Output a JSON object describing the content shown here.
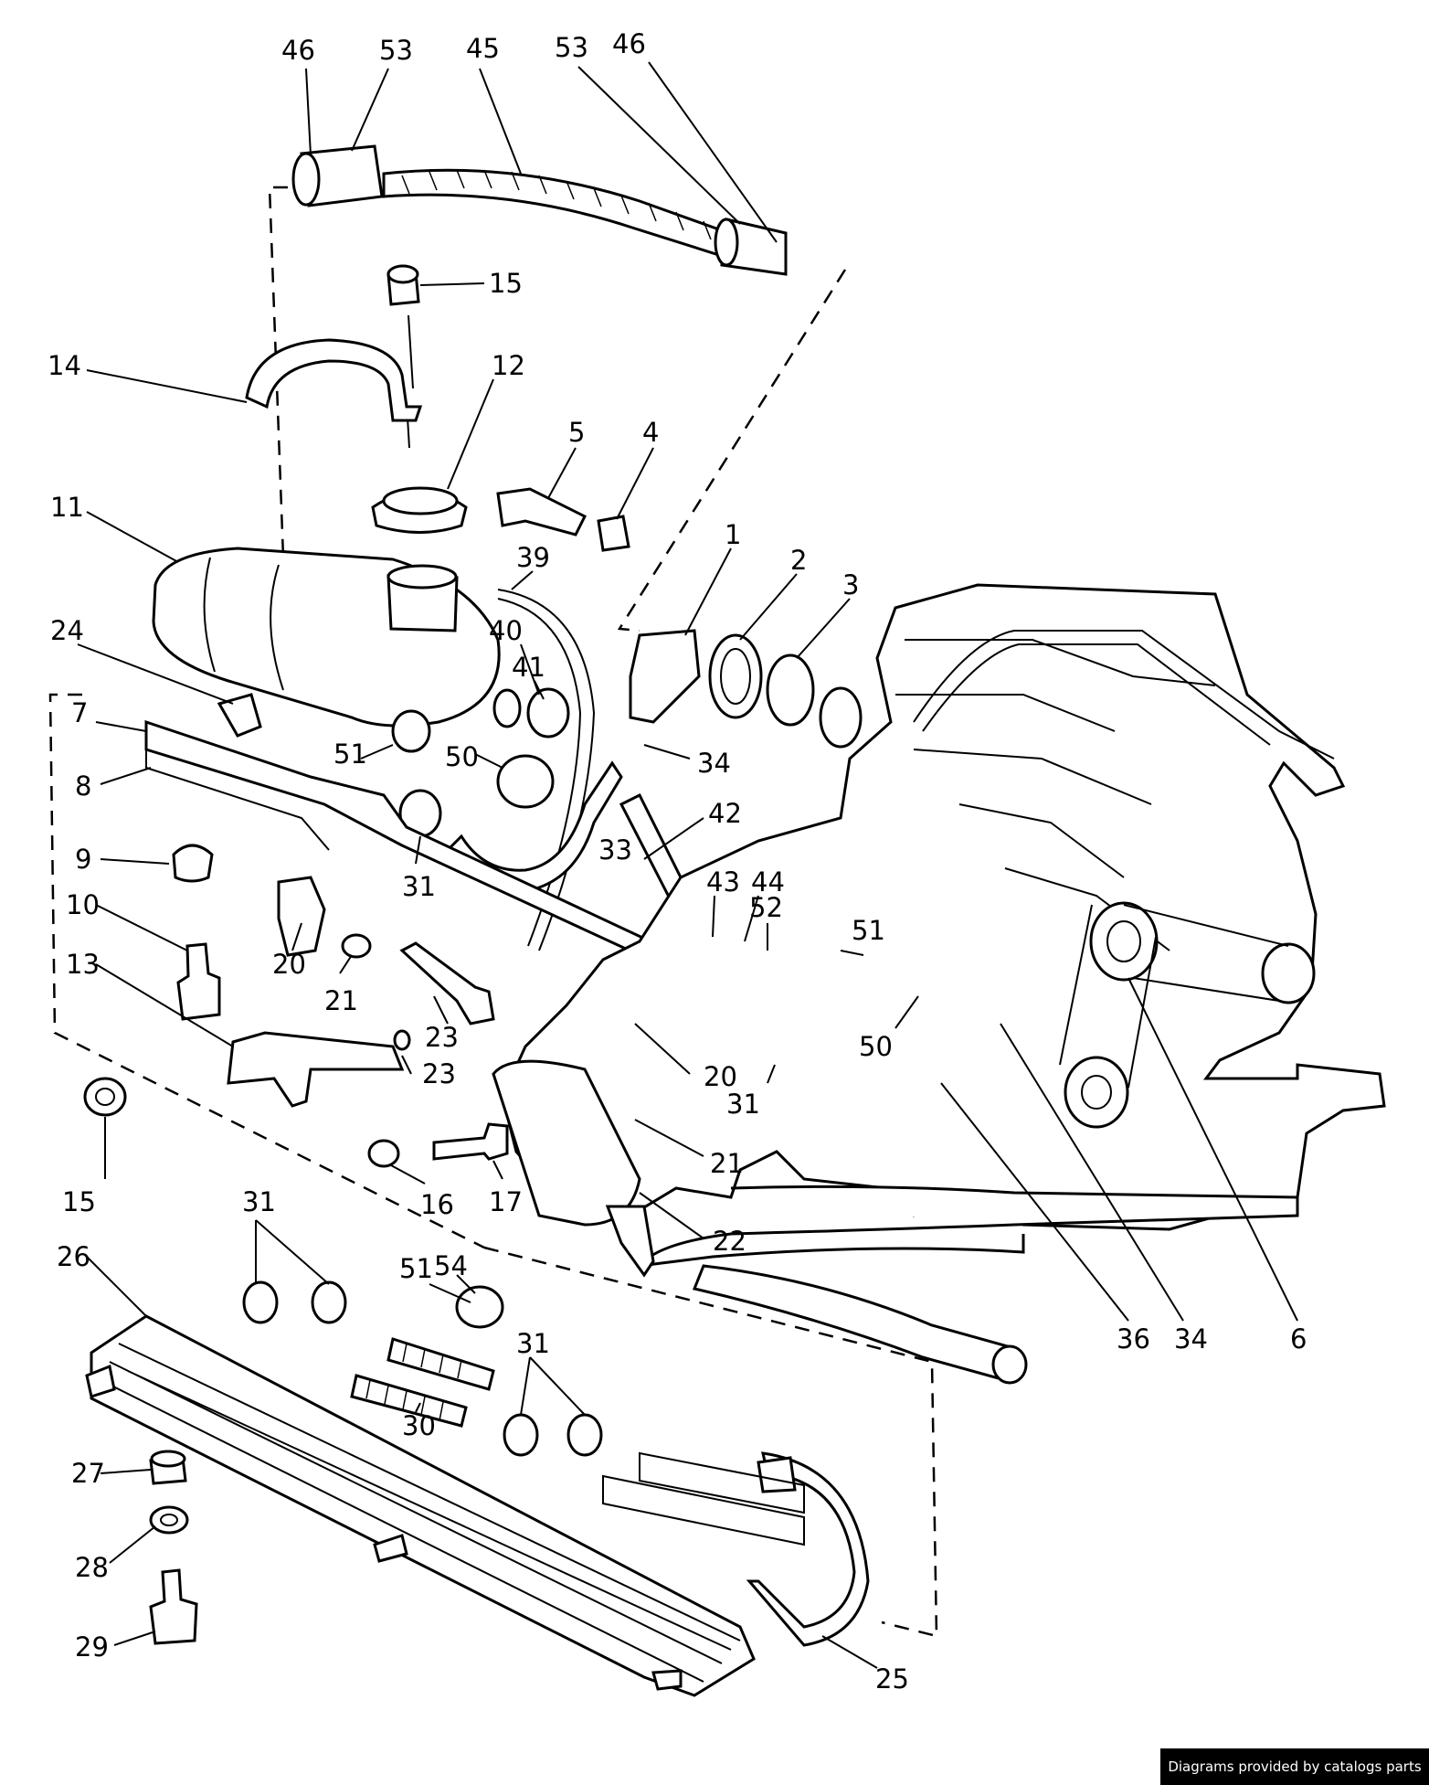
{
  "diagram": {
    "callouts": [
      "46",
      "53",
      "45",
      "53",
      "46",
      "15",
      "14",
      "12",
      "5",
      "4",
      "11",
      "39",
      "1",
      "2",
      "3",
      "24",
      "40",
      "41",
      "34",
      "7",
      "51",
      "50",
      "42",
      "8",
      "9",
      "33",
      "31",
      "43",
      "44",
      "52",
      "51",
      "10",
      "20",
      "21",
      "23",
      "13",
      "20",
      "31",
      "50",
      "21",
      "23",
      "15",
      "16",
      "17",
      "22",
      "31",
      "26",
      "51",
      "54",
      "31",
      "30",
      "27",
      "28",
      "29",
      "25",
      "36",
      "34",
      "6"
    ]
  },
  "footer": {
    "credit": "Diagrams provided by catalogs parts"
  }
}
